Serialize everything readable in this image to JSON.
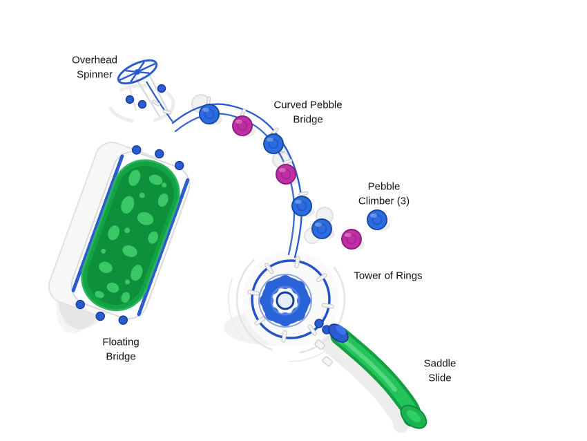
{
  "diagram": {
    "type": "playground-equipment-top-view",
    "labels": {
      "overhead_spinner": "Overhead\nSpinner",
      "curved_pebble_bridge": "Curved Pebble\nBridge",
      "pebble_climber": "Pebble\nClimber (3)",
      "tower_of_rings": "Tower of Rings",
      "floating_bridge": "Floating\nBridge",
      "saddle_slide": "Saddle\nSlide"
    },
    "components": [
      "Overhead Spinner",
      "Curved Pebble Bridge",
      "Pebble Climber (3)",
      "Tower of Rings",
      "Floating Bridge",
      "Saddle Slide"
    ],
    "colors": {
      "equipment_blue": "#2a5cd0",
      "equipment_blue_dark": "#17409e",
      "equipment_green": "#12a344",
      "equipment_green_light": "#3ecf6a",
      "pebble_magenta": "#c02da6",
      "pebble_magenta_dark": "#8e1f7c",
      "label_text": "#111111",
      "background": "#ffffff"
    },
    "pebble_counts": {
      "bridge_pebbles": 5,
      "climber_pebbles": 3
    }
  }
}
